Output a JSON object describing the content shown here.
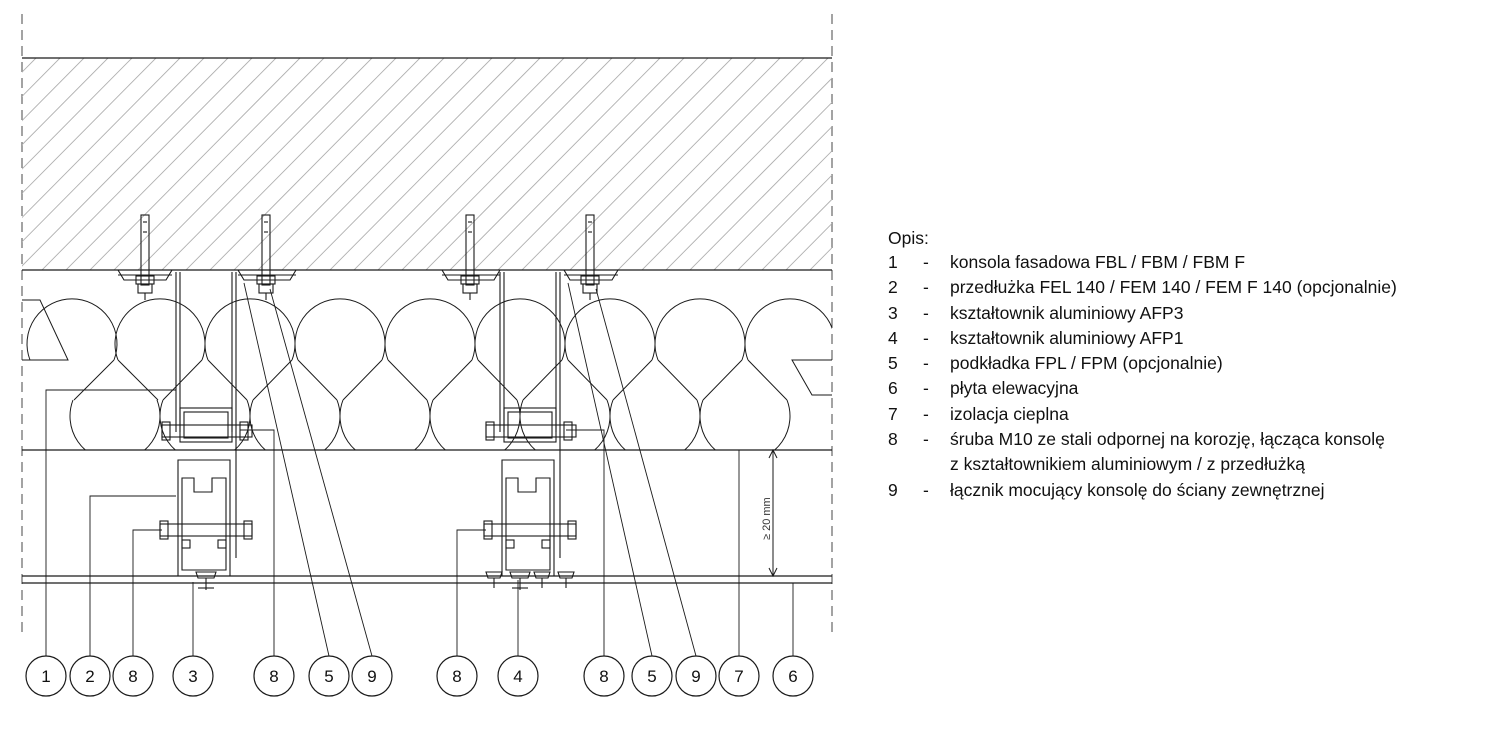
{
  "legend": {
    "title": "Opis:",
    "items": [
      {
        "num": "1",
        "dash": "-",
        "text": "konsola fasadowa FBL / FBM / FBM F"
      },
      {
        "num": "2",
        "dash": "-",
        "text": "przedłużka FEL 140 / FEM 140 / FEM F 140 (opcjonalnie)"
      },
      {
        "num": "3",
        "dash": "-",
        "text": "kształtownik aluminiowy AFP3"
      },
      {
        "num": "4",
        "dash": "-",
        "text": "kształtownik aluminiowy AFP1"
      },
      {
        "num": "5",
        "dash": "-",
        "text": "podkładka FPL / FPM (opcjonalnie)"
      },
      {
        "num": "6",
        "dash": "-",
        "text": "płyta elewacyjna"
      },
      {
        "num": "7",
        "dash": "-",
        "text": "izolacja cieplna"
      },
      {
        "num": "8",
        "dash": "-",
        "text": "śruba M10 ze stali odpornej na korozję, łącząca konsolę",
        "cont": "z kształtownikiem aluminiowym / z przedłużką"
      },
      {
        "num": "9",
        "dash": "-",
        "text": "łącznik mocujący konsolę do ściany zewnętrznej"
      }
    ]
  },
  "callouts": [
    "1",
    "2",
    "8",
    "3",
    "8",
    "5",
    "9",
    "8",
    "4",
    "8",
    "5",
    "9",
    "7",
    "6"
  ],
  "dimension": {
    "label": "≥ 20 mm"
  },
  "colors": {
    "line": "#1a1a1a",
    "hatch": "#a8a8a8",
    "dash": "#888888"
  }
}
